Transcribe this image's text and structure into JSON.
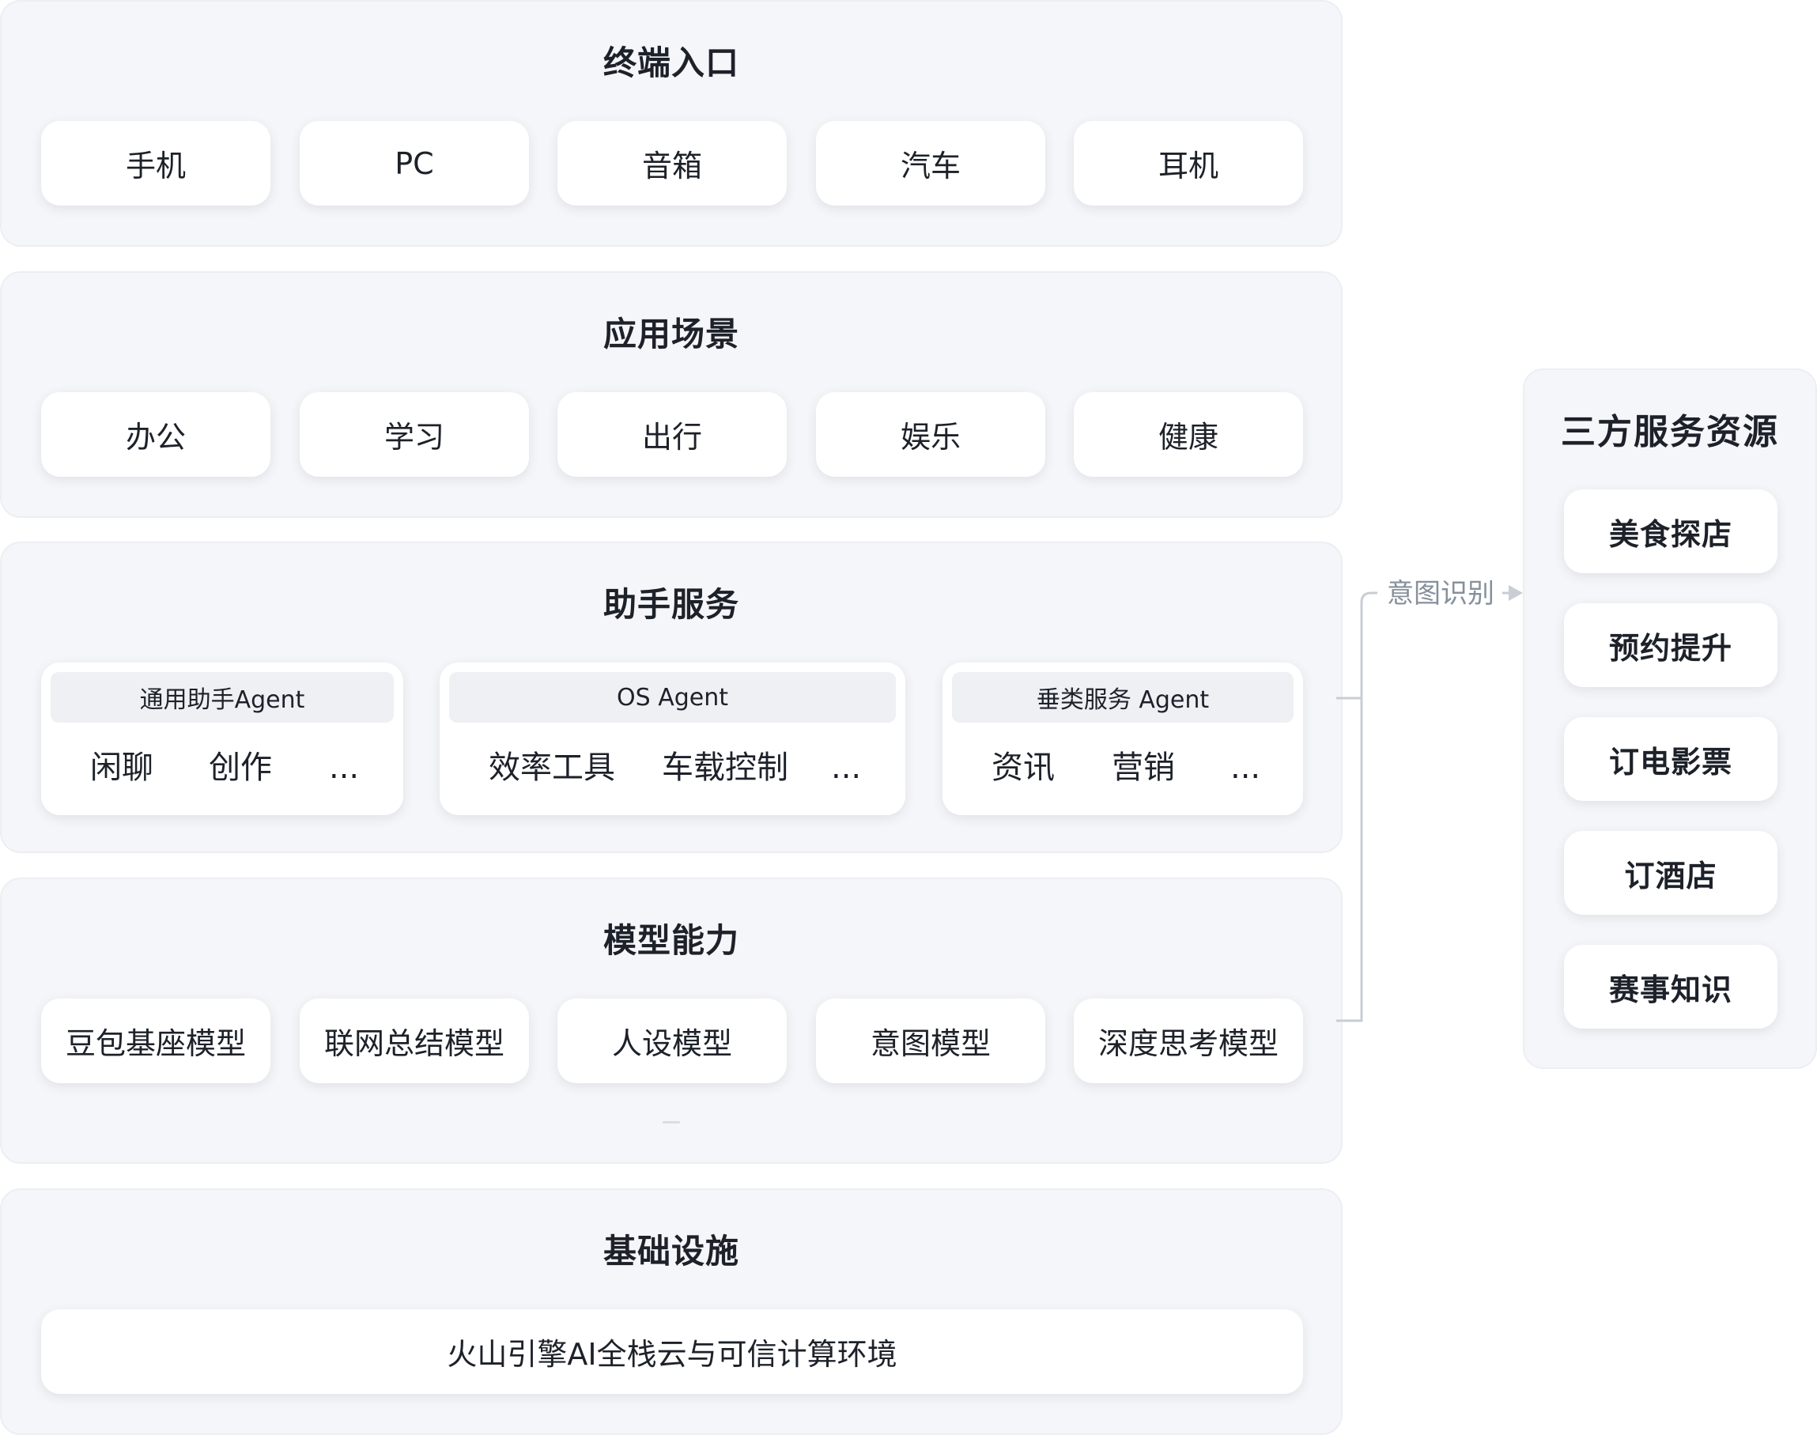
{
  "terminal": {
    "title": "终端入口",
    "items": [
      "手机",
      "PC",
      "音箱",
      "汽车",
      "耳机"
    ]
  },
  "scenarios": {
    "title": "应用场景",
    "items": [
      "办公",
      "学习",
      "出行",
      "娱乐",
      "健康"
    ]
  },
  "assistant": {
    "title": "助手服务",
    "agents": [
      {
        "name": "通用助手Agent",
        "items": [
          "闲聊",
          "创作",
          "..."
        ]
      },
      {
        "name": "OS Agent",
        "items": [
          "效率工具",
          "车载控制",
          "..."
        ]
      },
      {
        "name": "垂类服务 Agent",
        "items": [
          "资讯",
          "营销",
          "..."
        ]
      }
    ]
  },
  "models": {
    "title": "模型能力",
    "items": [
      "豆包基座模型",
      "联网总结模型",
      "人设模型",
      "意图模型",
      "深度思考模型"
    ]
  },
  "infrastructure": {
    "title": "基础设施",
    "item": "火山引擎AI全栈云与可信计算环境"
  },
  "connector": {
    "label": "意图识别"
  },
  "third_party": {
    "title": "三方服务资源",
    "items": [
      "美食探店",
      "预约提升",
      "订电影票",
      "订酒店",
      "赛事知识"
    ]
  },
  "colors": {
    "panel_bg": "#f5f6f9",
    "card_bg": "#ffffff",
    "text": "#1d2129",
    "muted": "#86909c",
    "connector": "#c9cdd4"
  }
}
